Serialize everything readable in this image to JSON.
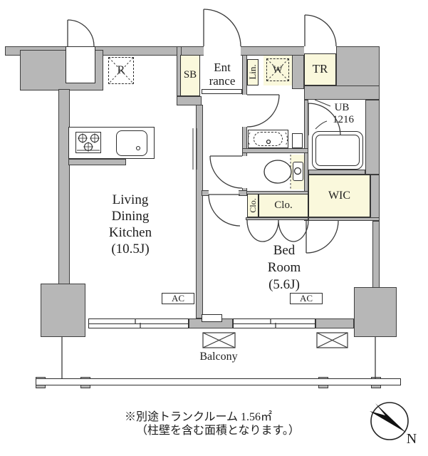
{
  "rooms": {
    "ldk": {
      "name_lines": [
        "Living",
        "Dining",
        "Kitchen"
      ],
      "area": "(10.5J)"
    },
    "bedroom": {
      "name_lines": [
        "Bed",
        "Room"
      ],
      "area": "(5.6J)"
    },
    "entrance": {
      "line1": "Ent",
      "line2": "rance"
    },
    "unit_bath": {
      "line1": "UB",
      "line2": "1216"
    },
    "wic": "WIC",
    "closet_small": "Clo.",
    "closet": "Clo.",
    "trunk_room": "TR",
    "shoe_box": "SB",
    "linen": "Lin.",
    "washer": "W",
    "fridge": "R",
    "balcony": "Balcony"
  },
  "equipment": {
    "ac_left": "AC",
    "ac_right": "AC"
  },
  "compass": {
    "north": "N"
  },
  "note": {
    "line1": "※別途トランクルーム 1.56㎡",
    "line2": "（柱壁を含む面積となります。）"
  },
  "colors": {
    "wall": "#b7b7b7",
    "highlight": "#faf8dc",
    "line": "#333333"
  }
}
